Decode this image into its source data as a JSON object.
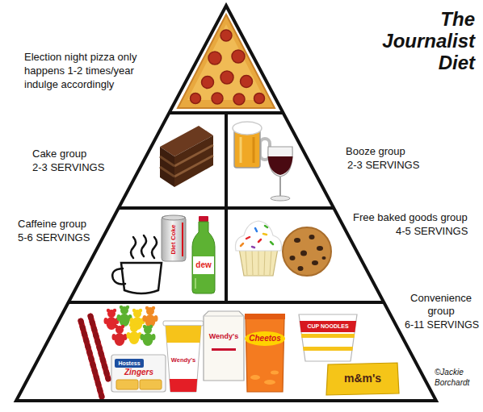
{
  "diagram": {
    "title": "The Journalist Diet",
    "labels": [
      "Election night pizza only happens 1-2 times/year indulge accordingly",
      "Cake group",
      "2-3 SERVINGS",
      "Booze group",
      "2-3 SERVINGS",
      "Caffeine group",
      "5-6 SERVINGS",
      "Free baked goods group",
      "4-5 SERVINGS",
      "Convenience group",
      "6-11 SERVINGS",
      "©Jackie Borchardt",
      "Diet Coke",
      "dew",
      "Hostess",
      "Zingers",
      "Wendy's",
      "Wendy's",
      "Cheetos",
      "CUP NOODLES",
      "m&m's"
    ]
  }
}
